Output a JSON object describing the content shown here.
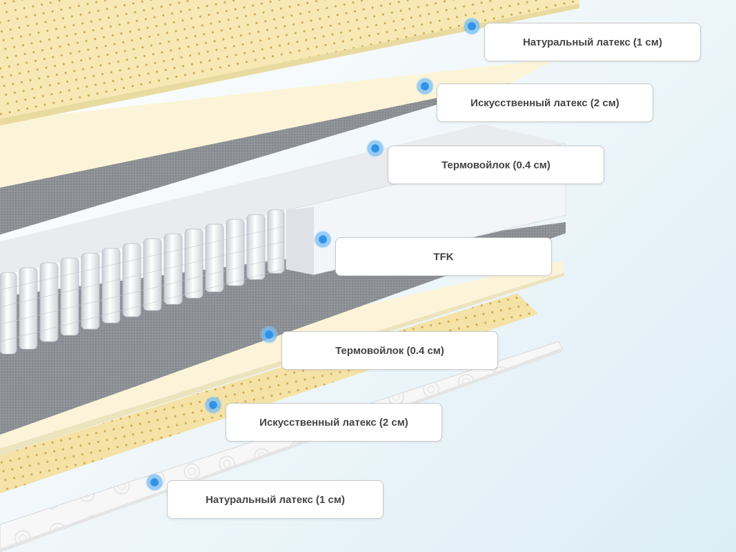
{
  "layers": [
    {
      "label": "Натуральный латекс (1 см)",
      "marker_icon": "blue-dot-icon"
    },
    {
      "label": "Искусственный латекс (2 см)",
      "marker_icon": "blue-dot-icon"
    },
    {
      "label": "Термовойлок (0.4 см)",
      "marker_icon": "blue-dot-icon"
    },
    {
      "label": "TFK",
      "marker_icon": "blue-dot-icon"
    },
    {
      "label": "Термовойлок (0.4 см)",
      "marker_icon": "blue-dot-icon"
    },
    {
      "label": "Искусственный латекс (2 см)",
      "marker_icon": "blue-dot-icon"
    },
    {
      "label": "Натуральный латекс (1 см)",
      "marker_icon": "blue-dot-icon"
    }
  ],
  "colors": {
    "natural_latex": "#f8e9b4",
    "artificial_latex": "#fbf4d8",
    "felt": "#8a8d92",
    "springs": "#ffffff",
    "marker": "#2f93e8",
    "label_text": "#444444"
  }
}
